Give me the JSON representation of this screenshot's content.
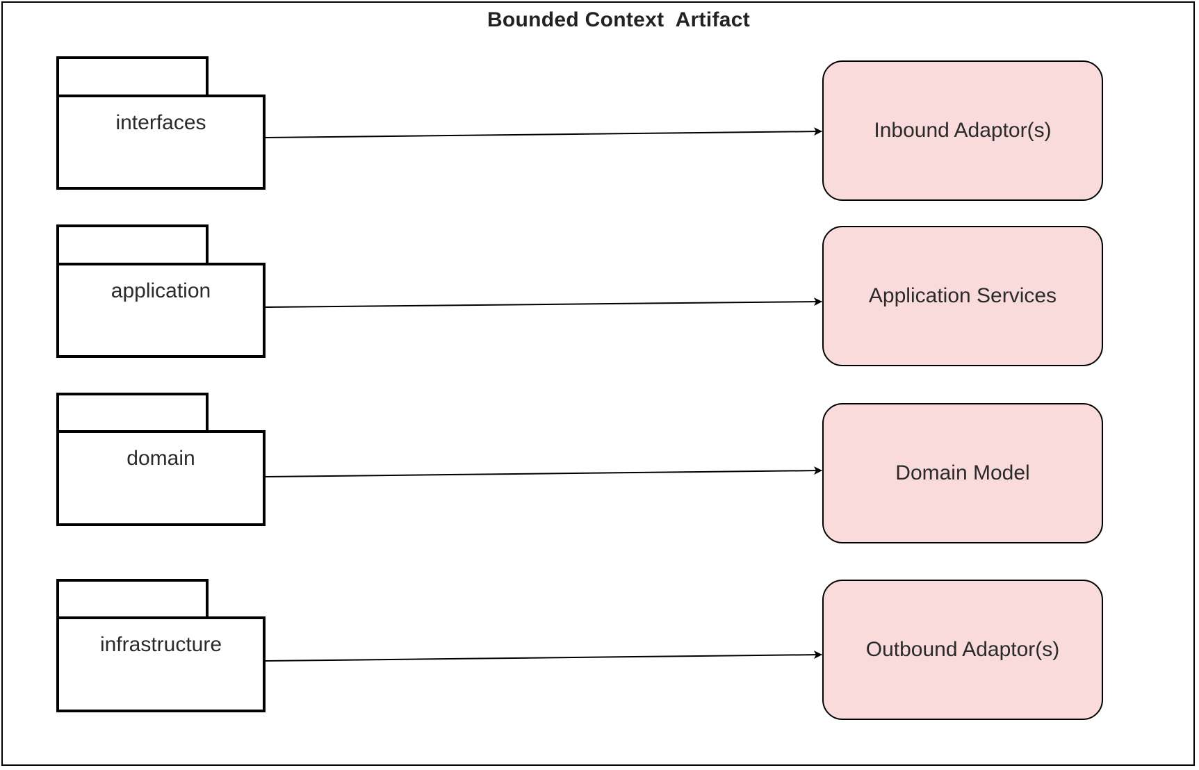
{
  "title": "Bounded Context  Artifact",
  "colors": {
    "box_fill": "#fadbdb",
    "stroke": "#000000"
  },
  "packages": [
    {
      "label": "interfaces"
    },
    {
      "label": "application"
    },
    {
      "label": "domain"
    },
    {
      "label": "infrastructure"
    }
  ],
  "targets": [
    {
      "label": "Inbound Adaptor(s)"
    },
    {
      "label": "Application Services"
    },
    {
      "label": "Domain Model"
    },
    {
      "label": "Outbound Adaptor(s)"
    }
  ],
  "edges": [
    {
      "from": "interfaces",
      "to": "Inbound Adaptor(s)"
    },
    {
      "from": "application",
      "to": "Application Services"
    },
    {
      "from": "domain",
      "to": "Domain Model"
    },
    {
      "from": "infrastructure",
      "to": "Outbound Adaptor(s)"
    }
  ]
}
